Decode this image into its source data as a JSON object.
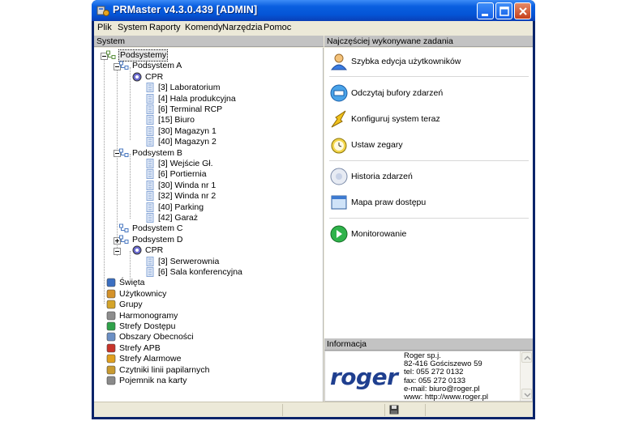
{
  "window": {
    "title": "PRMaster v4.3.0.439 [ADMIN]"
  },
  "menu": [
    "Plik",
    "System",
    "Raporty",
    "Komendy",
    "Narzędzia",
    "Pomoc"
  ],
  "left_panel": {
    "header": "System",
    "tree": [
      {
        "label": "Podsystemy",
        "icon": "network-icon",
        "selected": true
      },
      {
        "label": "Podsystem A",
        "icon": "subsystem-icon"
      },
      {
        "label": "CPR",
        "icon": "gear-icon"
      },
      {
        "label": "[3] Laboratorium",
        "icon": "controller-icon"
      },
      {
        "label": "[4] Hala produkcyjna",
        "icon": "controller-icon"
      },
      {
        "label": "[6] Terminal RCP",
        "icon": "controller-icon"
      },
      {
        "label": "[15] Biuro",
        "icon": "controller-icon"
      },
      {
        "label": "[30] Magazyn 1",
        "icon": "controller-icon"
      },
      {
        "label": "[40] Magazyn 2",
        "icon": "controller-icon"
      },
      {
        "label": "Podsystem B",
        "icon": "subsystem-icon"
      },
      {
        "label": "[3] Wejście Gł.",
        "icon": "controller-icon"
      },
      {
        "label": "[6] Portiernia",
        "icon": "controller-icon"
      },
      {
        "label": "[30] Winda nr 1",
        "icon": "controller-icon"
      },
      {
        "label": "[32] Winda nr 2",
        "icon": "controller-icon"
      },
      {
        "label": "[40] Parking",
        "icon": "controller-icon"
      },
      {
        "label": "[42] Garaż",
        "icon": "controller-icon"
      },
      {
        "label": "Podsystem C",
        "icon": "subsystem-icon"
      },
      {
        "label": "Podsystem D",
        "icon": "subsystem-icon"
      },
      {
        "label": "CPR",
        "icon": "gear-icon"
      },
      {
        "label": "[3] Serwerownia",
        "icon": "controller-icon"
      },
      {
        "label": "[6] Sala konferencyjna",
        "icon": "controller-icon"
      },
      {
        "label": "Święta",
        "icon": "calendar-icon"
      },
      {
        "label": "Użytkownicy",
        "icon": "users-icon"
      },
      {
        "label": "Grupy",
        "icon": "group-icon"
      },
      {
        "label": "Harmonogramy",
        "icon": "clock-icon"
      },
      {
        "label": "Strefy Dostępu",
        "icon": "access-zone-icon"
      },
      {
        "label": "Obszary Obecności",
        "icon": "presence-area-icon"
      },
      {
        "label": "Strefy APB",
        "icon": "apb-icon"
      },
      {
        "label": "Strefy Alarmowe",
        "icon": "alarm-icon"
      },
      {
        "label": "Czytniki linii papilarnych",
        "icon": "fingerprint-icon"
      },
      {
        "label": "Pojemnik na karty",
        "icon": "card-box-icon"
      }
    ]
  },
  "right_panel": {
    "header": "Najczęściej wykonywane zadania",
    "tasks": [
      {
        "label": "Szybka edycja użytkowników",
        "icon": "user-edit-icon"
      },
      {
        "label": "Odczytaj bufory zdarzeń",
        "icon": "read-buffer-icon"
      },
      {
        "label": "Konfiguruj system teraz",
        "icon": "configure-icon"
      },
      {
        "label": "Ustaw zegary",
        "icon": "alarm-clock-icon"
      },
      {
        "label": "Historia zdarzeń",
        "icon": "history-icon"
      },
      {
        "label": "Mapa praw dostępu",
        "icon": "access-map-icon"
      },
      {
        "label": "Monitorowanie",
        "icon": "monitoring-icon"
      }
    ]
  },
  "info_panel": {
    "header": "Informacja",
    "logo_text": "roger",
    "lines": [
      "Roger sp.j.",
      "82-416 Gościszewo 59",
      "tel: 055 272 0132",
      "fax: 055 272 0133",
      "e-mail: biuro@roger.pl",
      "www: http://www.roger.pl"
    ]
  },
  "colors": {
    "titlebar": "#0454d6",
    "panel_header": "#c3c3c3",
    "logo": "#1f3f8f"
  }
}
